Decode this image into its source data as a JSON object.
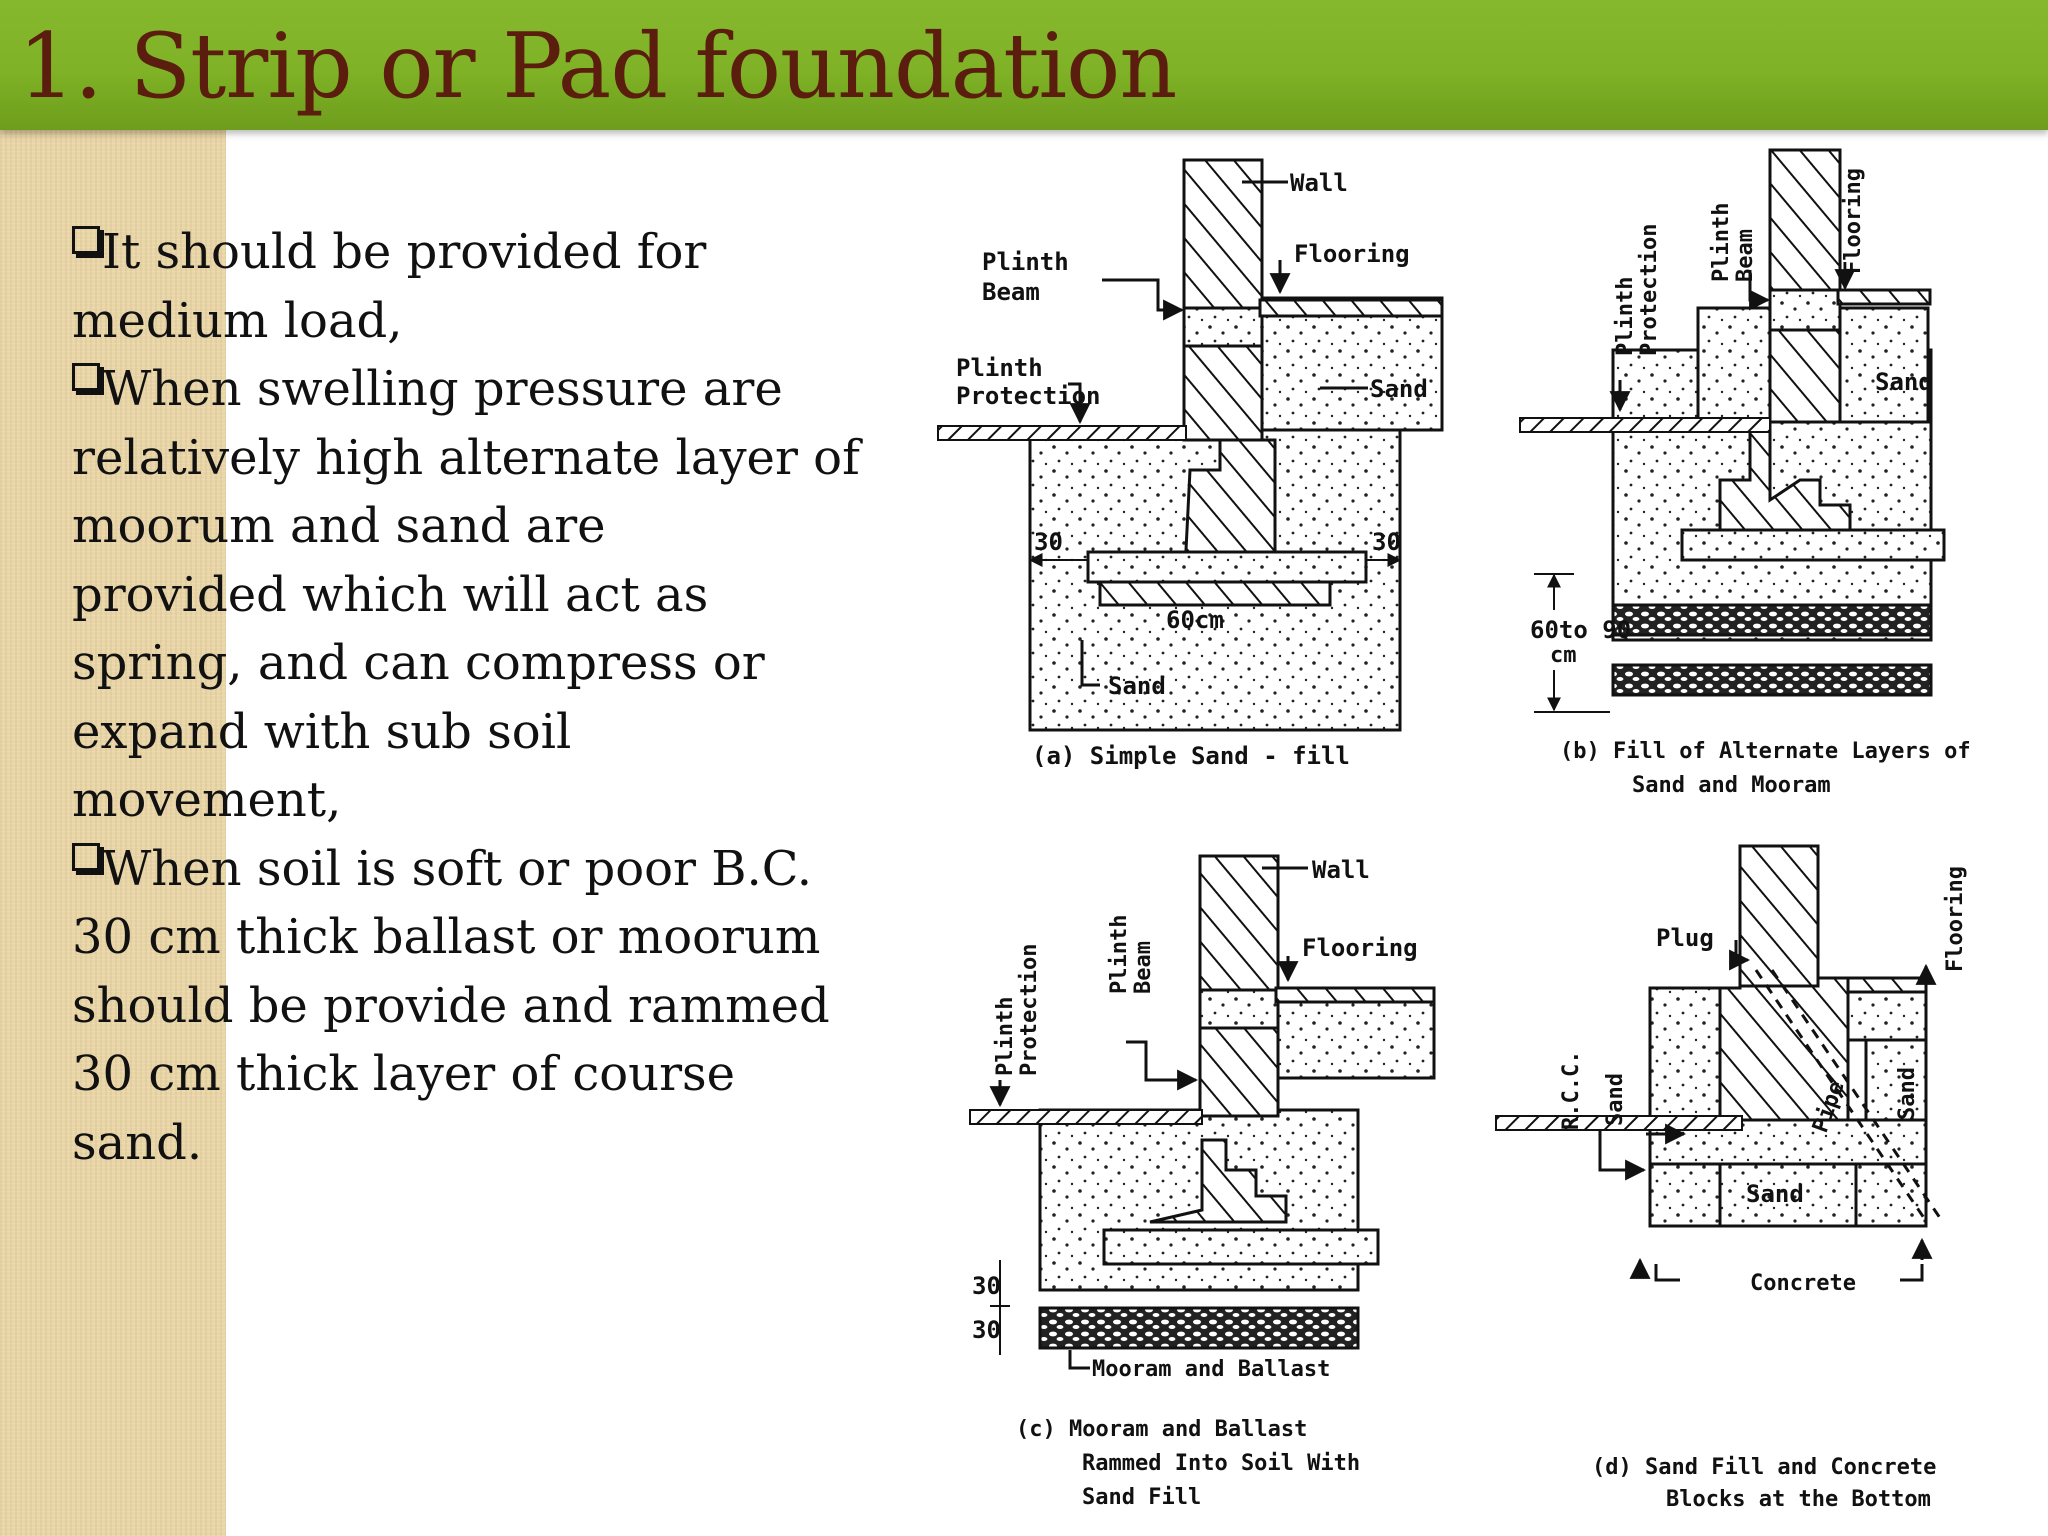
{
  "slide": {
    "title": "1. Strip or Pad foundation",
    "bullets": [
      [
        "It should be provided for",
        "medium load,"
      ],
      [
        "When swelling pressure are",
        "relatively high alternate layer of",
        "moorum and sand  are",
        "provided which will act as",
        "spring, and can compress or",
        "expand with sub soil",
        "movement,"
      ],
      [
        "When soil is soft or poor B.C.",
        "30 cm thick ballast or moorum",
        "should be provide and rammed",
        "30 cm thick layer of course",
        "sand."
      ]
    ]
  },
  "diagram_a": {
    "wall": "Wall",
    "plinth_beam": [
      "Plinth",
      "Beam"
    ],
    "flooring": "Flooring",
    "plinth_protection": [
      "Plinth",
      "Protection"
    ],
    "sand_label": "Sand",
    "dim_left": "30",
    "dim_right": "30",
    "dim_width": "60cm",
    "sand_bottom": "Sand",
    "caption": "(a)  Simple   Sand - fill"
  },
  "diagram_b": {
    "plinth_protection": [
      "Plinth",
      "Protection"
    ],
    "plinth_beam": [
      "Plinth",
      "Beam"
    ],
    "flooring": "Flooring",
    "sand_label": "Sand",
    "dim": [
      "60to 90",
      "cm"
    ],
    "caption": [
      "(b)  Fill  of  Alternate  Layers  of",
      "Sand  and  Mooram"
    ]
  },
  "diagram_c": {
    "wall": "Wall",
    "plinth_protection": [
      "Plinth",
      "Protection"
    ],
    "plinth_beam": [
      "Plinth",
      "Beam"
    ],
    "flooring": "Flooring",
    "dim_top": "30",
    "dim_bottom": "30",
    "mooram_ballast": "Mooram and Ballast",
    "caption": [
      "(c)  Mooram  and  Ballast",
      "Rammed  Into  Soil  With",
      "Sand  Fill"
    ]
  },
  "diagram_d": {
    "plug": "Plug",
    "flooring": "Flooring",
    "rcc": "R.C.C.",
    "sand_left": "Sand",
    "pipe": "Pipe",
    "sand_right": "Sand",
    "sand_bottom": "Sand",
    "concrete": "Concrete",
    "caption": [
      "(d)  Sand  Fill  and  Concrete",
      "Blocks  at  the  Bottom"
    ]
  },
  "colors": {
    "title_bar": "#7fb226",
    "title_text": "#5a1d0e",
    "side_strip": "#e9d5a6",
    "body_text": "#111111"
  }
}
